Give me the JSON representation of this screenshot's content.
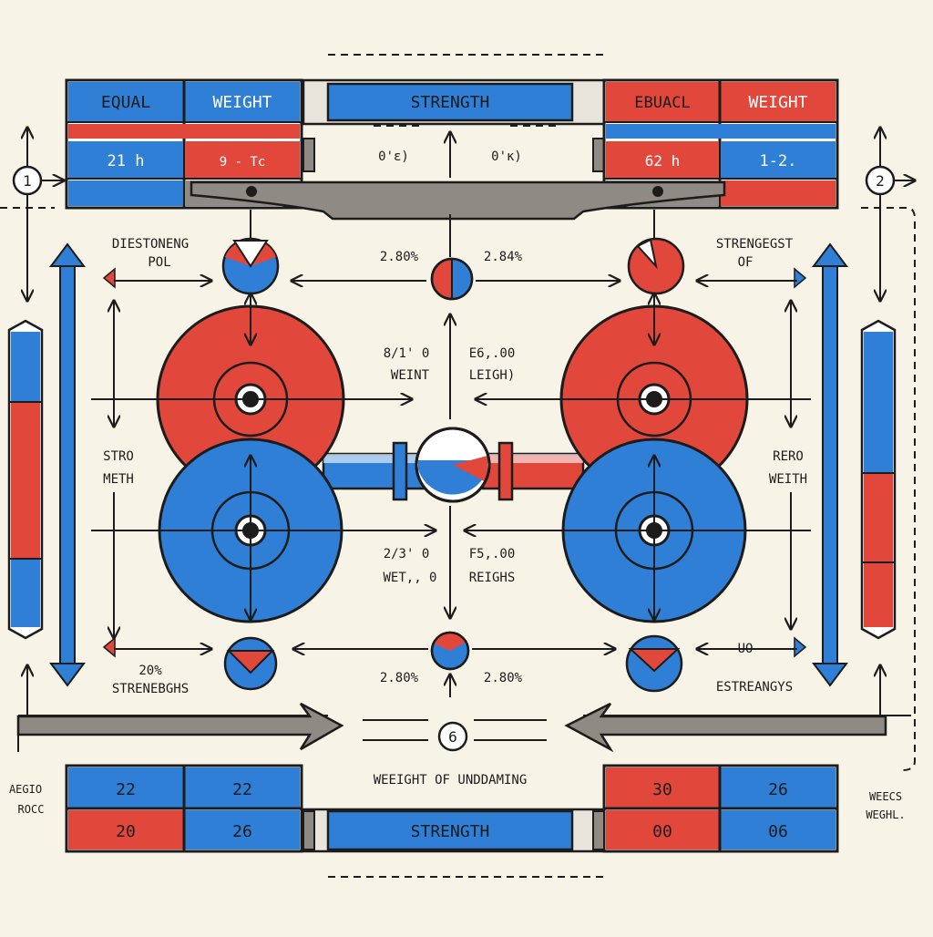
{
  "colors": {
    "red": "#e2473c",
    "blue": "#2f7fd6",
    "ink": "#1c1c1c",
    "bg": "#f7f3e6",
    "gray": "#8f8b84",
    "panel": "#e9e5dc"
  },
  "top_left_table": {
    "header": [
      "EQUAL",
      "WEIGHT"
    ],
    "values": [
      "21 h",
      "9 - Tc"
    ]
  },
  "top_center": {
    "label": "STRENGTH",
    "left_value": "0'ε)",
    "right_value": "0'κ)"
  },
  "top_right_table": {
    "header": [
      "ΕΒUACL",
      "WEIGHT"
    ],
    "values": [
      "62 h",
      "1-2."
    ]
  },
  "markers": {
    "left": "1",
    "right": "2",
    "bottom": "6"
  },
  "labels": {
    "top_left": [
      "DIESTONENG",
      "POL"
    ],
    "top_right": [
      "STRENGEGST",
      "OF"
    ],
    "mid_left": [
      "STRO",
      "METH"
    ],
    "mid_right": [
      "RERO",
      "WEITH"
    ],
    "bottom_left": [
      "20%",
      "STRENEBGHS"
    ],
    "bottom_right": [
      "UO",
      "ESTREANGYS"
    ]
  },
  "percent_labels": {
    "top_left": "2.80%",
    "top_right": "2.84%",
    "bottom_left": "2.80%",
    "bottom_right": "2.80%"
  },
  "center_labels": {
    "upper_left": [
      "8/1' 0",
      "WEINT"
    ],
    "upper_right": [
      "E6,.00",
      "LEIGH)"
    ],
    "lower_left": [
      "2/3' 0",
      "WET,, 0"
    ],
    "lower_right": [
      "F5,.00",
      "REIGHS"
    ]
  },
  "bottom_caption": "WEEIGHT OF  UNDDAMING",
  "bottom_left_table": {
    "rows": [
      [
        "22",
        "22"
      ],
      [
        "20",
        "26"
      ]
    ]
  },
  "bottom_center": {
    "label": "STRENGTH"
  },
  "bottom_right_table": {
    "rows": [
      [
        "30",
        "26"
      ],
      [
        "00",
        "06"
      ]
    ]
  },
  "side_text_left": [
    "AEGIO",
    "ROCC"
  ],
  "side_text_right": [
    "WEECS",
    "WEGHL."
  ]
}
